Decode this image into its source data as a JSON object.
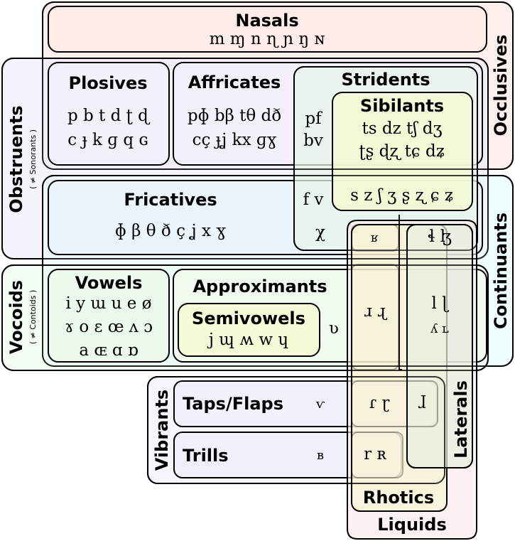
{
  "colors": {
    "occlusives": "#fde4e1",
    "nasals": "#fdebe6",
    "obstruents": "#ecebfb",
    "plosives_affricates": "#f4effb",
    "continuants": "#e4fbfd",
    "fricatives": "#eaf2fb",
    "stridents": "#e7f6e7",
    "sibilants": "#f3f9d4",
    "vocoids": "#eafbea",
    "vowels": "#ecf9ec",
    "approximants": "#f2f9ec",
    "semivowels": "#f7fad4",
    "vibrants": "#eef0fb",
    "liquids": "#fde7e8",
    "rhotics": "#f8f6d1",
    "laterals": "#e6f0e0"
  },
  "labels": {
    "nasals": "Nasals",
    "occlusives": "Occlusives",
    "obstruents": "Obstruents",
    "obstruents_sub": "( ≠ Sonorants )",
    "plosives": "Plosives",
    "affricates": "Affricates",
    "stridents": "Stridents",
    "sibilants": "Sibilants",
    "fricatives": "Fricatives",
    "continuants": "Continuants",
    "vocoids": "Vocoids",
    "vocoids_sub": "( ≠ Contoids )",
    "vowels": "Vowels",
    "approximants": "Approximants",
    "semivowels": "Semivowels",
    "taps_flaps": "Taps/Flaps",
    "trills": "Trills",
    "vibrants": "Vibrants",
    "laterals": "Laterals",
    "rhotics": "Rhotics",
    "liquids": "Liquids"
  },
  "symbols": {
    "nasals": "m ɱ n ɳ ɲ ŋ ɴ",
    "plosives_1": "p b t d ʈ ɖ",
    "plosives_2": "c ɟ k ɡ q ɢ",
    "affricates_1": "pɸ bβ tθ dð",
    "affricates_2": "cç ɟʝ kx ɡɣ",
    "stridents_1": "pf",
    "stridents_2": "bv",
    "sibilants_1": "ts dz tʃ dʒ",
    "sibilants_2": "ʈʂ ɖʐ tɕ dʑ",
    "fricatives": "ɸ β θ ð ç ʝ x ɣ",
    "strident_fric": "f v",
    "chi": "χ",
    "sibilant_fric": "s z ʃ ʒ ʂ ʐ ɕ ʑ",
    "uvular_fric": "ʁ",
    "lateral_fric": "ɬ ɮ",
    "vowels_1": "i y ɯ u e ø",
    "vowels_2": "ɤ o ɛ œ ʌ ɔ",
    "vowels_3": "a ɶ ɑ ɒ",
    "semivowels": "j ɰ ʍ w ɥ",
    "approx_extra": "ʋ",
    "rhotic_approx": "ɹ ɻ",
    "lateral_approx_1": "l ɭ",
    "lateral_approx_2": "ʎ ʟ",
    "taps_extra": "ⱱ",
    "rhotic_taps": "ɾ ɽ",
    "lateral_tap": "ɺ",
    "trills_extra": "ʙ",
    "rhotic_trills": "r ʀ"
  }
}
